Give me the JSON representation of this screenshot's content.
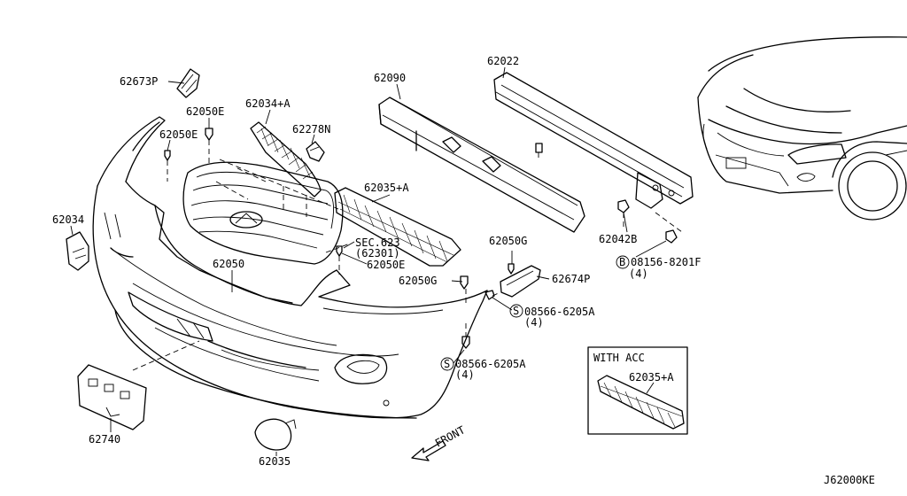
{
  "labels": {
    "p62673P": "62673P",
    "p62050E_a": "62050E",
    "p62050E_b": "62050E",
    "p62034A": "62034+A",
    "p62278N": "62278N",
    "p62090": "62090",
    "p62022": "62022",
    "p62035A": "62035+A",
    "p62034": "62034",
    "sec623": "SEC.623",
    "sec62301": "(62301)",
    "p62050E_c": "62050E",
    "p62050": "62050",
    "p62050G_a": "62050G",
    "p62050G_b": "62050G",
    "p62674P": "62674P",
    "p62042B": "62042B",
    "bolt_code": "08156-8201F",
    "bolt_qty": "(4)",
    "screw1_code": "08566-6205A",
    "screw1_qty": "(4)",
    "screw2_code": "08566-6205A",
    "screw2_qty": "(4)",
    "p62740": "62740",
    "p62035": "62035",
    "front": "FRONT",
    "with_acc_title": "WITH ACC",
    "with_acc_part": "62035+A",
    "diagram_code": "J62000KE",
    "circle_b": "B",
    "circle_s1": "S",
    "circle_s2": "S"
  }
}
